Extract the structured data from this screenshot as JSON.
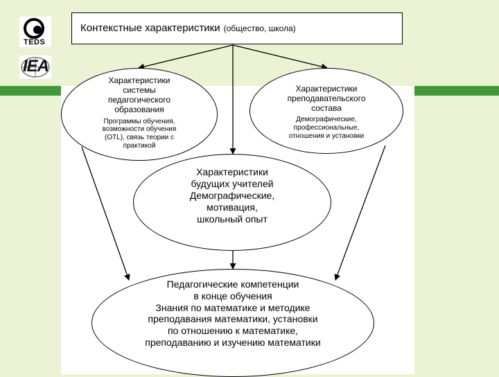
{
  "logos": {
    "teds_label": "TEDS",
    "iea_label": "IEA"
  },
  "context_box": {
    "title": "Контекстные характеристики",
    "subtitle": "(общество, школа)"
  },
  "left_node": {
    "title": [
      "Характеристики",
      "системы",
      "педагогического",
      "образования"
    ],
    "body": [
      "Программы обучения,",
      "возможности обучения",
      "(OTL), связь теории с",
      "практикой"
    ]
  },
  "right_node": {
    "title": [
      "Характеристики",
      "преподавательского",
      "состава"
    ],
    "body": [
      "Демографические,",
      "профессиональные,",
      "отношения и установки"
    ]
  },
  "center_node": {
    "title": [
      "Характеристики",
      "будущих учителей"
    ],
    "body": [
      "Демографические,",
      "мотивация,",
      "школьный опыт"
    ]
  },
  "bottom_node": {
    "title": [
      "Педагогические компетенции",
      "в конце обучения"
    ],
    "body": [
      "Знания по математике и методике",
      "преподавания математики, установки",
      "по отношению к математике,",
      "преподаванию и изучению математики"
    ]
  },
  "colors": {
    "background": "#ecf3d4",
    "green_band": "#3f9a37",
    "stroke": "#000000"
  }
}
